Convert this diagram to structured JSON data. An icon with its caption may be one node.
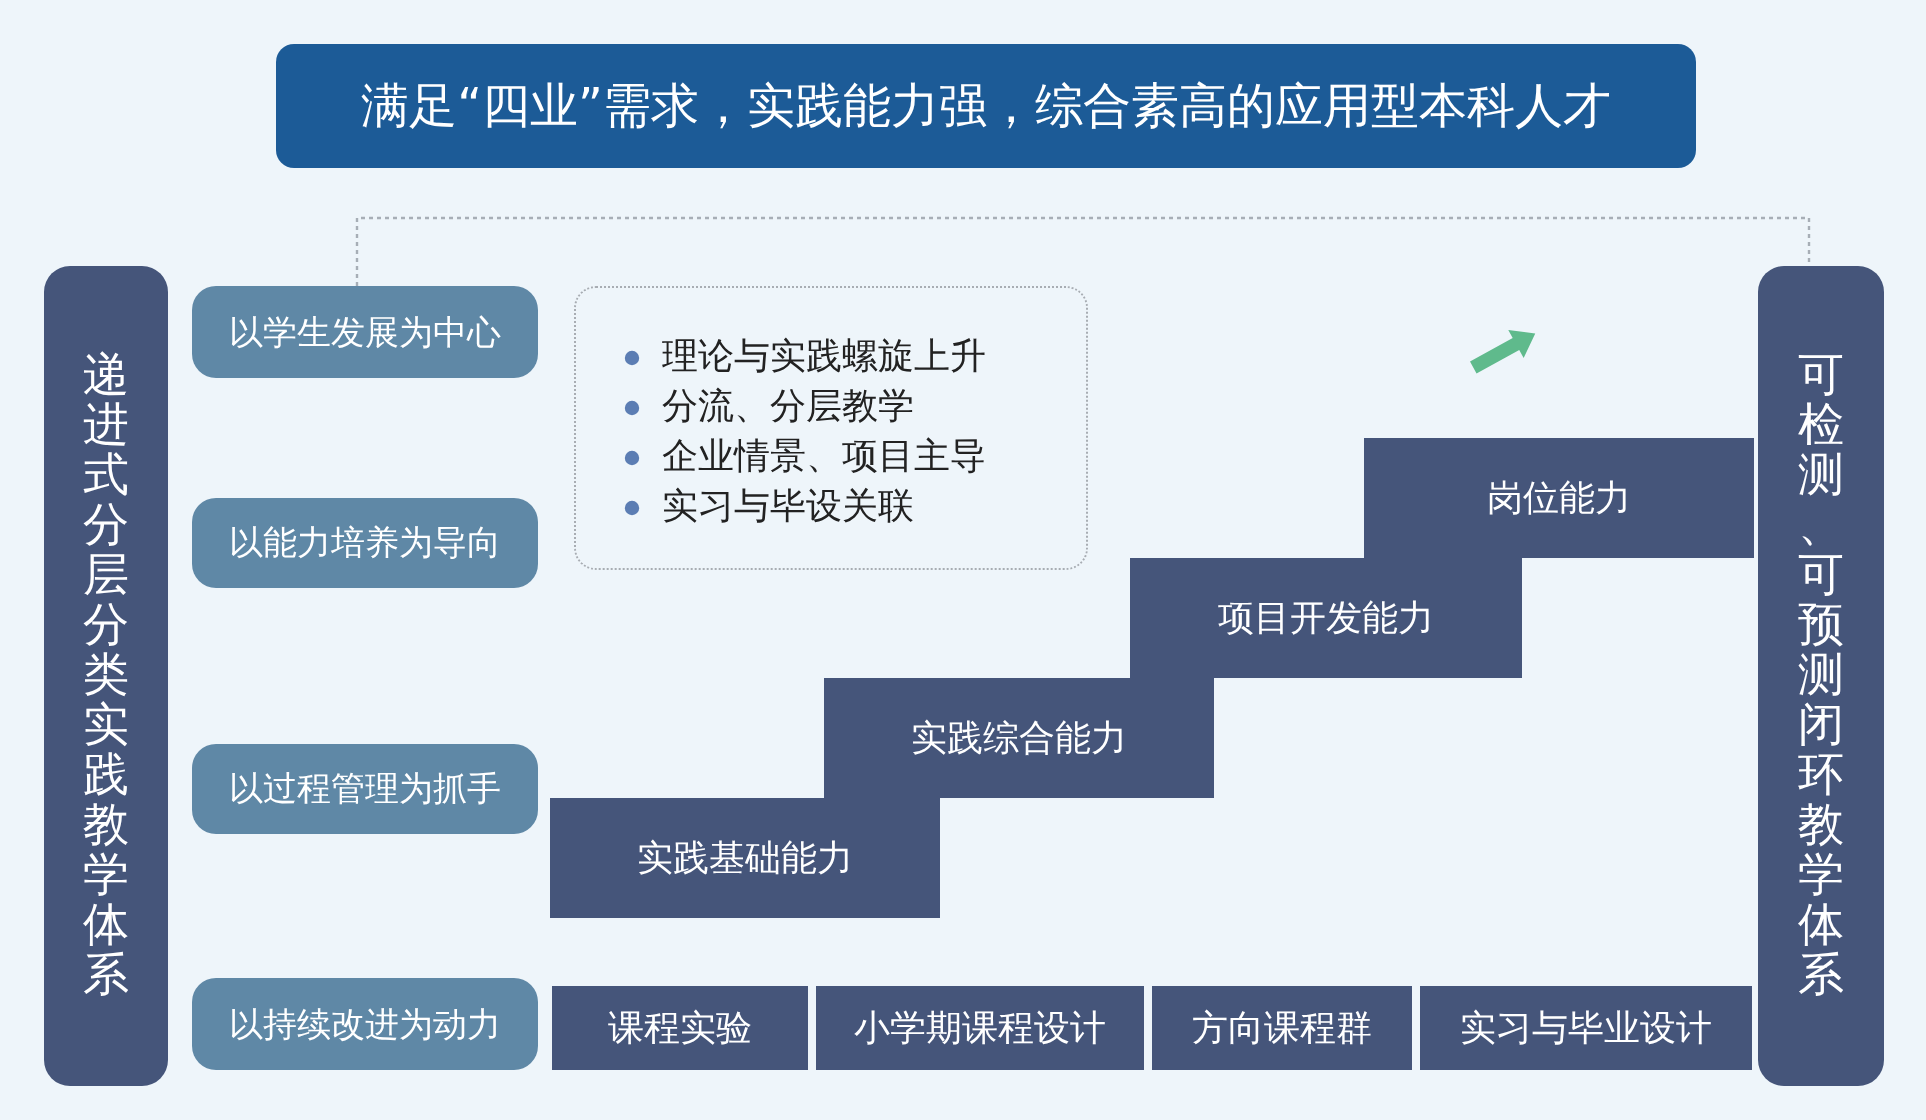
{
  "diagram": {
    "nodes": [
      {
        "text": [
          "满足“四业”需求，实践能力强，综合素高的应用型本科人才"
        ]
      },
      {
        "text": [
          "递进式分层分类实践教学体系"
        ]
      },
      {
        "text": [
          "以学生发展为中心"
        ]
      },
      {
        "text": [
          "以能力培养为导向"
        ]
      },
      {
        "text": [
          "以过程管理为抓手"
        ]
      },
      {
        "text": [
          "以持续改进为动力"
        ]
      },
      {
        "text": [
          "理论与实践螺旋上升",
          "分流、分层教学",
          "企业情景、项目主导",
          "实习与毕设关联"
        ]
      },
      {
        "text": [
          "实践基础能力"
        ]
      },
      {
        "text": [
          "实践综合能力"
        ]
      },
      {
        "text": [
          "项目开发能力"
        ]
      },
      {
        "text": [
          "岗位能力"
        ]
      },
      {
        "text": [
          "课程实验"
        ]
      },
      {
        "text": [
          "小学期课程设计"
        ]
      },
      {
        "text": [
          "方向课程群"
        ]
      },
      {
        "text": [
          "实习与毕业设计"
        ]
      },
      {
        "text": [
          "可检测、可预测闭环教学体系"
        ]
      }
    ],
    "edges": [
      {
        "from": 2,
        "to": 15,
        "arrow": "none",
        "style": "dashed"
      }
    ]
  }
}
